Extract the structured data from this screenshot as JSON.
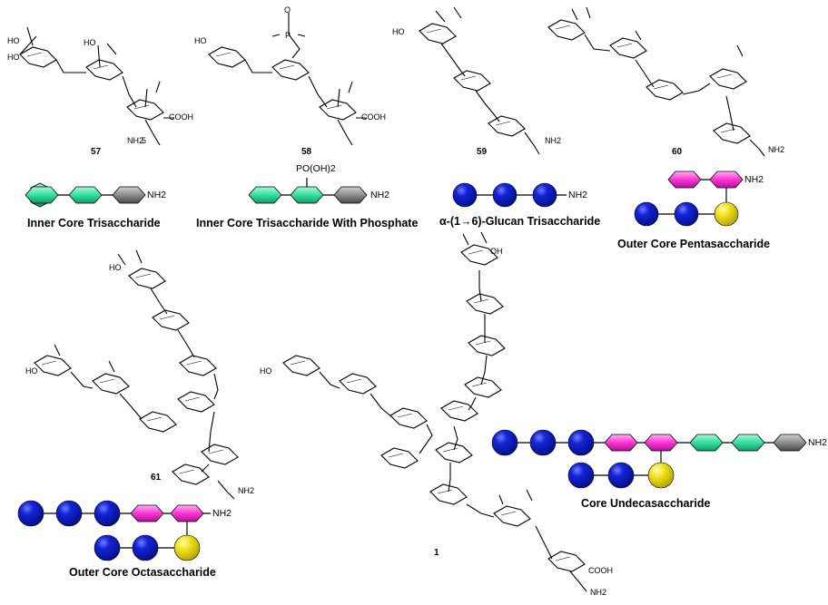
{
  "colors": {
    "glucose_blue": "#0a1ad2",
    "heptose_green": "#33e0a0",
    "galactose_magenta": "#ff33d6",
    "kdo_grey": "#8c8c8c",
    "glcnac_yellow": "#f0e21e"
  },
  "compounds": {
    "c57": {
      "number": "57",
      "label": "Inner Core Trisaccharide"
    },
    "c58": {
      "number": "58",
      "label": "Inner Core Trisaccharide With Phosphate",
      "substituent": "PO(OH)2"
    },
    "c59": {
      "number": "59",
      "label": "α-(1→6)-Glucan Trisaccharide"
    },
    "c60": {
      "number": "60",
      "label": "Outer Core Pentasaccharide"
    },
    "c61": {
      "number": "61",
      "label": "Outer Core Octasaccharide"
    },
    "c1": {
      "number": "1",
      "label": "Core Undecasaccharide"
    }
  },
  "groups": {
    "amine": "NH2",
    "hydroxyl": "HO",
    "hydroxyl_r": "OH",
    "acid": "COOH",
    "acid_h": "COOH",
    "linker_sub": "5",
    "phos_p": "P",
    "phos_o": "O"
  }
}
